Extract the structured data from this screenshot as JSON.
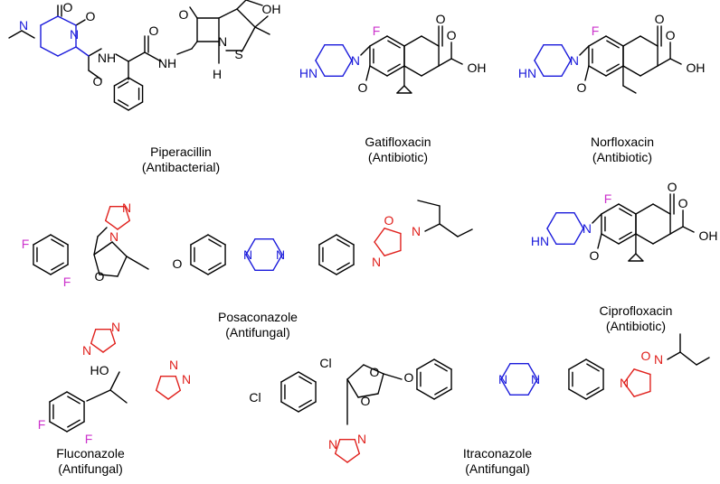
{
  "colors": {
    "bond": "#000000",
    "heteroatom_blue": "#1a1adb",
    "heteroatom_red": "#e0201c",
    "fluorine": "#cc33cc",
    "text": "#000000"
  },
  "atom_labels": {
    "O": "O",
    "OH": "OH",
    "HO": "HO",
    "N": "N",
    "NH": "NH",
    "HN": "HN",
    "H": "H",
    "S": "S",
    "F": "F",
    "Cl": "Cl"
  },
  "compounds": [
    {
      "name": "Piperacillin",
      "class": "(Antibacterial)"
    },
    {
      "name": "Gatifloxacin",
      "class": "(Antibiotic)"
    },
    {
      "name": "Norfloxacin",
      "class": "(Antibiotic)"
    },
    {
      "name": "Posaconazole",
      "class": "(Antifungal)"
    },
    {
      "name": "Ciprofloxacin",
      "class": "(Antibiotic)"
    },
    {
      "name": "Fluconazole",
      "class": "(Antifungal)"
    },
    {
      "name": "Itraconazole",
      "class": "(Antifungal)"
    }
  ]
}
